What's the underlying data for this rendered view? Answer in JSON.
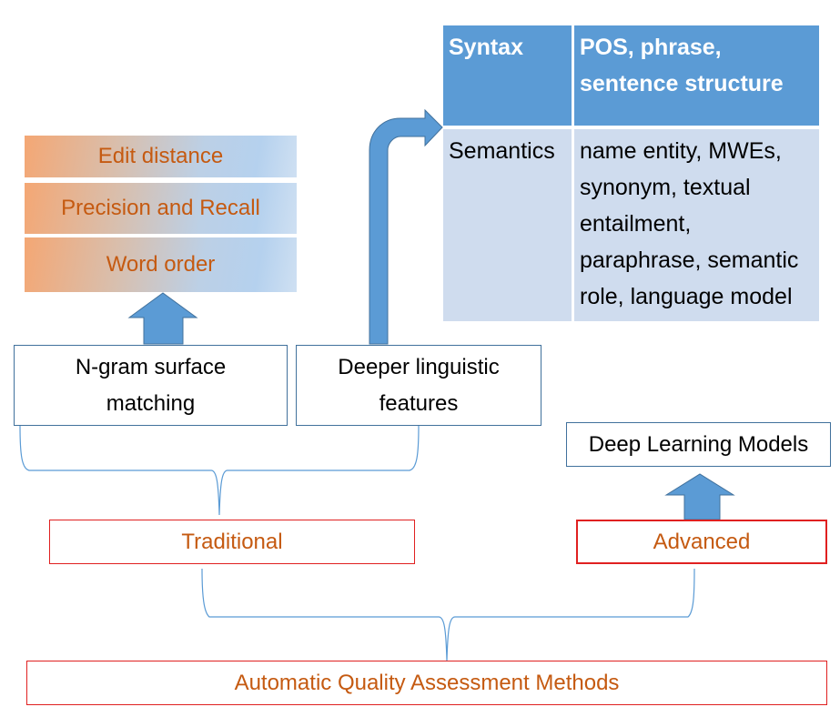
{
  "surface_metrics": [
    "Edit distance",
    "Precision and Recall",
    "Word order"
  ],
  "feature_table": {
    "rows": [
      {
        "category": "Syntax",
        "features": [
          "POS, phrase,",
          "sentence structure"
        ]
      },
      {
        "category": "Semantics",
        "features": [
          "name entity, MWEs,",
          "synonym, textual",
          "entailment,",
          "paraphrase, semantic",
          "role, language model"
        ]
      }
    ]
  },
  "traditional_children": {
    "ngram": [
      "N-gram surface",
      "matching"
    ],
    "deeper": [
      "Deeper linguistic",
      "features"
    ]
  },
  "advanced_child": "Deep Learning Models",
  "categories": {
    "traditional": "Traditional",
    "advanced": "Advanced"
  },
  "root": "Automatic Quality Assessment Methods",
  "colors": {
    "arrow_fill": "#5b9bd5",
    "arrow_stroke": "#41719c",
    "table_header": "#5b9bd5",
    "table_body": "#cfdcee",
    "label_orange": "#c55a11",
    "red_border": "#e02020",
    "blue_border": "#41719c",
    "brace": "#5b9bd5"
  }
}
